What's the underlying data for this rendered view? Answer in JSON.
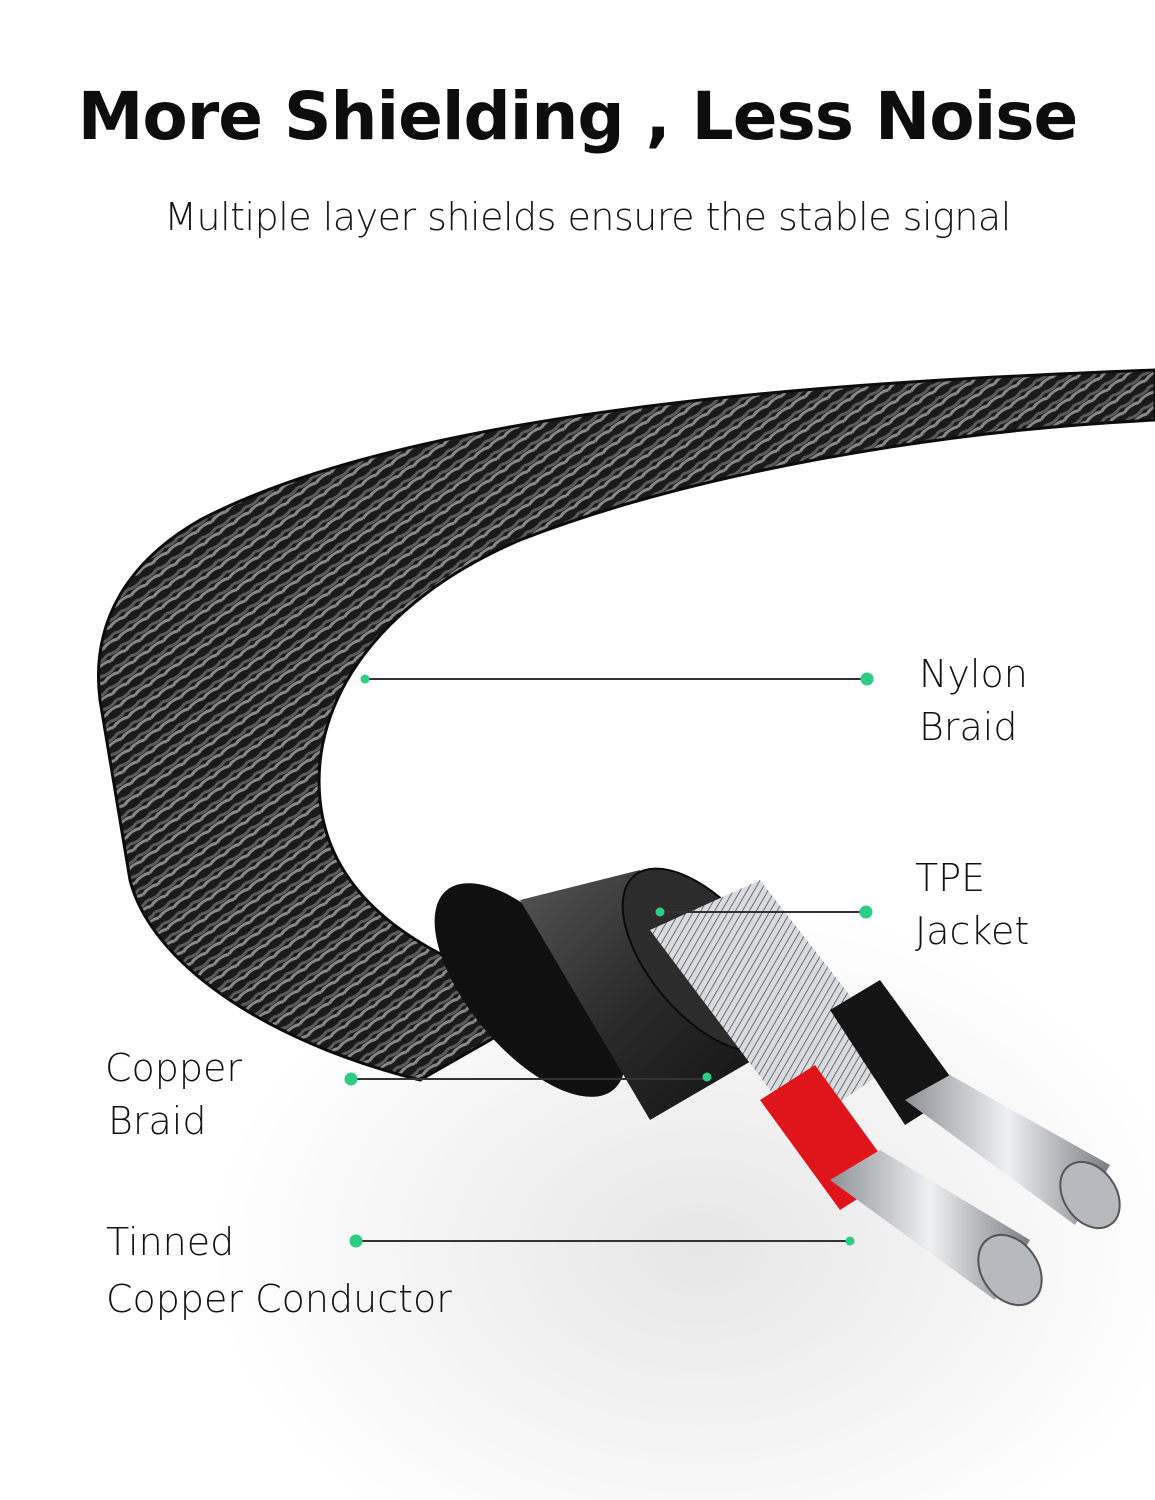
{
  "header": {
    "title": "More Shielding , Less Noise",
    "subtitle": "Multiple layer shields ensure the stable signal"
  },
  "callouts": [
    {
      "id": "nylon-braid",
      "line1": "Nylon",
      "line2": "Braid"
    },
    {
      "id": "tpe-jacket",
      "line1": "TPE",
      "line2": "Jacket"
    },
    {
      "id": "copper-braid",
      "line1": "Copper",
      "line2": "Braid"
    },
    {
      "id": "tinned-copper-conductor",
      "line1": "Tinned",
      "line2": "Copper Conductor"
    }
  ],
  "colors": {
    "accent_dot": "#2ecc85",
    "leader_line": "#333333",
    "cable_black": "#1b1b1b",
    "red_insulation": "#e0141b",
    "conductor_silver": "#c9ccd0"
  }
}
